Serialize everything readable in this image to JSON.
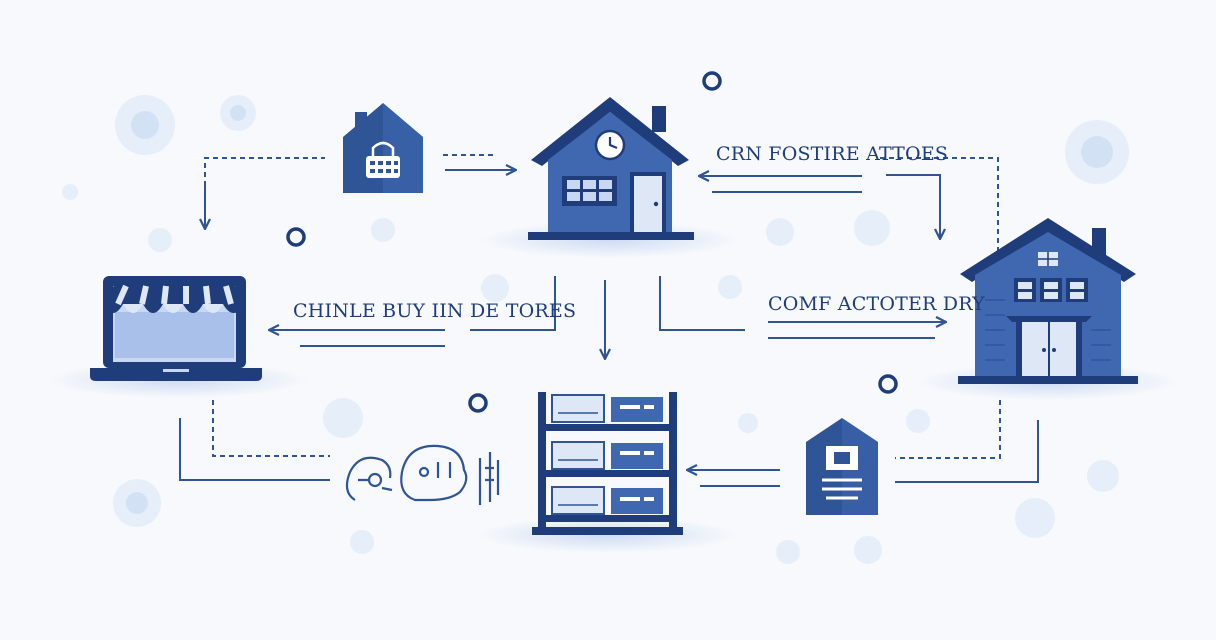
{
  "labels": {
    "top_right": "CRN FOSTIRE ATTOES",
    "left": "CHINLE BUY IIN DE TORES",
    "right": "COMF ACTOTER DRY"
  },
  "colors": {
    "primary": "#2f5597",
    "dark": "#1f3d7a",
    "mid": "#3f68b0",
    "light": "#c9d8f2",
    "lighter": "#dde7f6",
    "background": "#f7f9fc",
    "text": "#1f3d7a"
  },
  "icons": [
    "shopping-bag-icon",
    "store-house-icon",
    "warehouse-building-icon",
    "laptop-storefront-icon",
    "inventory-shelf-icon",
    "price-tag-icon",
    "cloud-sync-icon"
  ]
}
